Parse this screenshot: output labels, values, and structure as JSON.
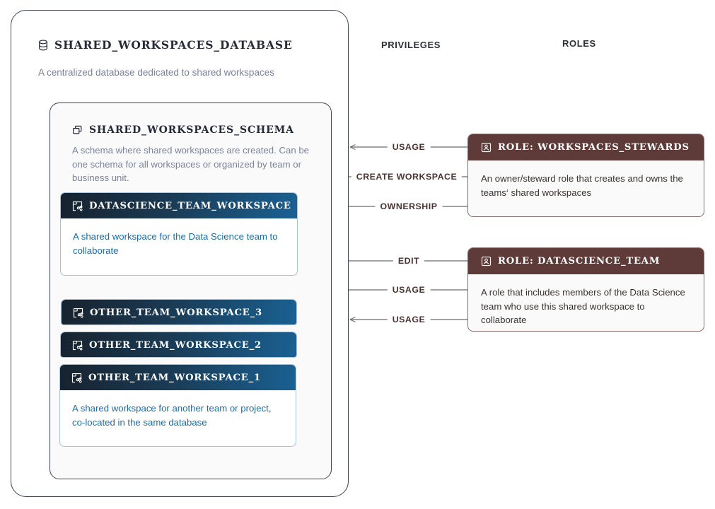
{
  "columns": {
    "privileges_label": "PRIVILEGES",
    "roles_label": "ROLES"
  },
  "database": {
    "icon": "database-cylinder-icon",
    "name": "SHARED_WORKSPACES_DATABASE",
    "description": "A centralized database dedicated to shared workspaces"
  },
  "schema": {
    "icon": "schema-stack-icon",
    "name": "SHARED_WORKSPACES_SCHEMA",
    "description": "A schema where shared workspaces are created. Can be one schema for all workspaces or organized by team or business unit."
  },
  "workspaces": [
    {
      "id": "datascience-team-workspace",
      "icon": "workspace-share-icon",
      "name": "DATASCIENCE_TEAM_WORKSPACE",
      "description": "A shared workspace for the Data Science team to collaborate"
    },
    {
      "id": "other-team-workspace-3",
      "icon": "workspace-share-icon",
      "name": "OTHER_TEAM_WORKSPACE_3",
      "description": ""
    },
    {
      "id": "other-team-workspace-2",
      "icon": "workspace-share-icon",
      "name": "OTHER_TEAM_WORKSPACE_2",
      "description": ""
    },
    {
      "id": "other-team-workspace-1",
      "icon": "workspace-share-icon",
      "name": "OTHER_TEAM_WORKSPACE_1",
      "description": "A shared workspace for another team or project, co-located in the same database"
    }
  ],
  "roles": [
    {
      "id": "workspaces-stewards",
      "icon": "role-badge-icon",
      "name": "ROLE: WORKSPACES_STEWARDS",
      "description": "An owner/steward role that creates and owns the teams‘ shared workspaces"
    },
    {
      "id": "datascience-team",
      "icon": "role-badge-icon",
      "name": "ROLE: DATASCIENCE_TEAM",
      "description": "A role that includes members of the Data Science team who use this shared workspace to collaborate"
    }
  ],
  "privileges": [
    {
      "id": "usage-schema-stewards",
      "label": "USAGE"
    },
    {
      "id": "create-workspace",
      "label": "CREATE WORKSPACE"
    },
    {
      "id": "ownership",
      "label": "OWNERSHIP"
    },
    {
      "id": "edit",
      "label": "EDIT"
    },
    {
      "id": "usage-schema-dsteam",
      "label": "USAGE"
    },
    {
      "id": "usage-workspace-dsteam",
      "label": "USAGE"
    }
  ],
  "colors": {
    "database_border": "#3b4256",
    "workspace_header_start": "#17222e",
    "workspace_header_end": "#1a6193",
    "workspace_text": "#1a6ca8",
    "role_header": "#5e3b39",
    "muted_text": "#7b839b",
    "wire": "#6b6b70",
    "wire_label": "#4a3330",
    "page_background": "#ffffff"
  }
}
